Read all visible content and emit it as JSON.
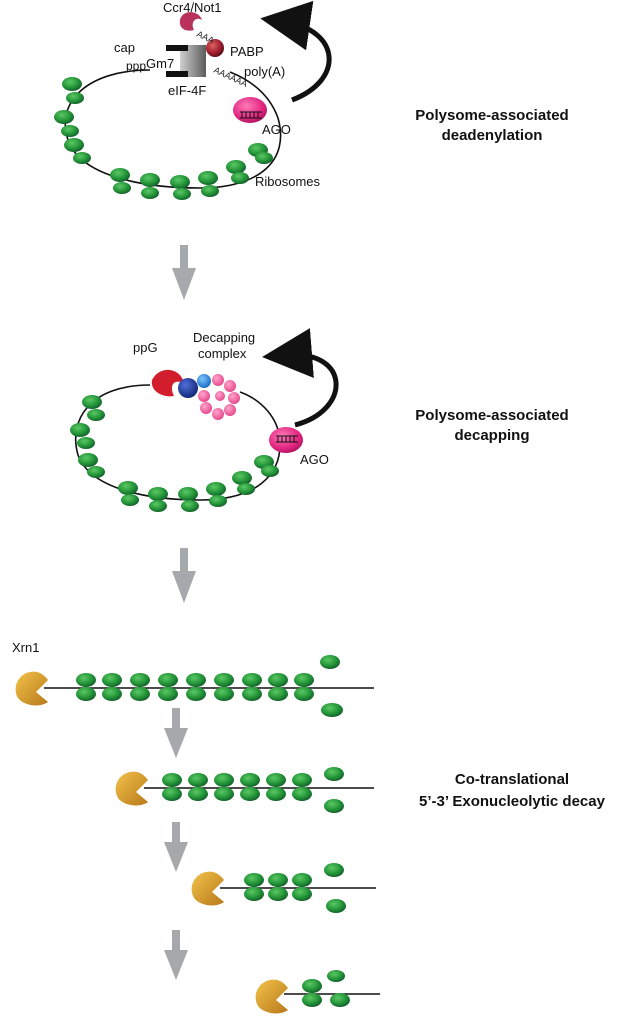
{
  "stage1": {
    "title_line1": "Polysome-associated",
    "title_line2": "deadenylation",
    "labels": {
      "ccr4_not1": "Ccr4/Not1",
      "cap": "cap",
      "cap_ppp": "ppp",
      "cap_gm7": "Gm7",
      "pabp": "PABP",
      "polya": "poly(A)",
      "eif4f": "eIF-4F",
      "ago": "AGO",
      "ribosomes": "Ribosomes",
      "aaa_ccr4": "AAA",
      "aaa_tail": "AAAAAA"
    }
  },
  "stage2": {
    "title_line1": "Polysome-associated",
    "title_line2": "decapping",
    "labels": {
      "ppg": "ppG",
      "decapping_line1": "Decapping",
      "decapping_line2": "complex",
      "ago": "AGO"
    }
  },
  "stage3": {
    "title_line1": "Co-translational",
    "title_line2": "5’-3’ Exonucleolytic decay",
    "labels": {
      "xrn1": "Xrn1"
    }
  },
  "colors": {
    "ribosome": "#2a9a3a",
    "ribosome_dark": "#15662a",
    "ago": "#e0237f",
    "ccr4": "#b8325c",
    "pabp": "#9b1b2e",
    "xrn1": "#d89a22",
    "decap_red": "#d21e2c",
    "decap_blue": "#1f3fa8",
    "decap_lightblue": "#2b8be0",
    "decap_pink": "#ee5f9e",
    "arrow_gray": "#a7a8ab"
  }
}
